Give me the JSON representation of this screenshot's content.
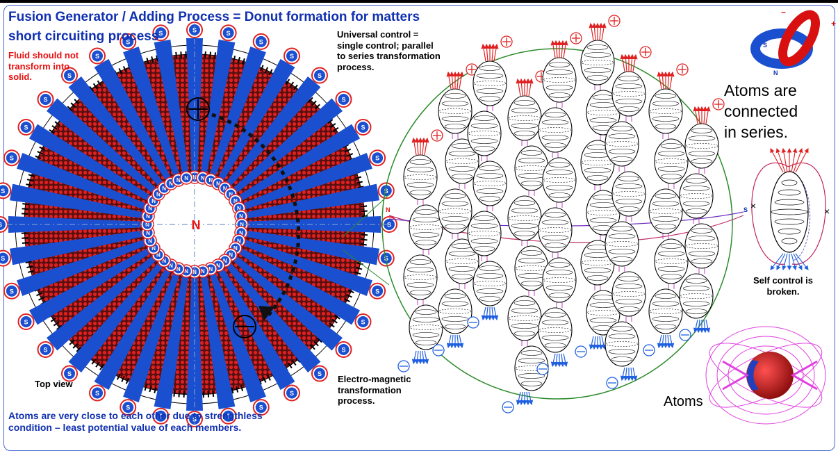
{
  "title": "Fusion Generator / Adding Process = Donut formation for matters",
  "title_line2": "short circuiting process",
  "fluid_note": "Fluid should not\ntransform into\nsolid.",
  "universal_control": "Universal control =\nsingle control; parallel\nto series transformation\nprocess.",
  "top_view": "Top view",
  "em_process": "Electro-magnetic\ntransformation\nprocess.",
  "bottom_note": "Atoms are very close to each other due to strengthless\ncondition – least potential value of each members.",
  "atoms_series": "Atoms are\nconnected\nin series.",
  "self_control": "Self control is\nbroken.",
  "atoms_label": "Atoms",
  "pole_north": "N",
  "pole_south": "S",
  "plus_sign": "+",
  "minus_sign": "−",
  "cross_mark": "×",
  "colors": {
    "title_blue": "#1030b0",
    "note_red": "#e81010",
    "magnet_blue": "#1a4fd0",
    "core_red": "#8b1a1a",
    "ring_green": "#2a8a2a",
    "field_pink": "#e040e0"
  },
  "icons": [
    "donut-torus-icon",
    "atom-sphere-icon",
    "plus-pole-icon",
    "minus-pole-icon"
  ]
}
